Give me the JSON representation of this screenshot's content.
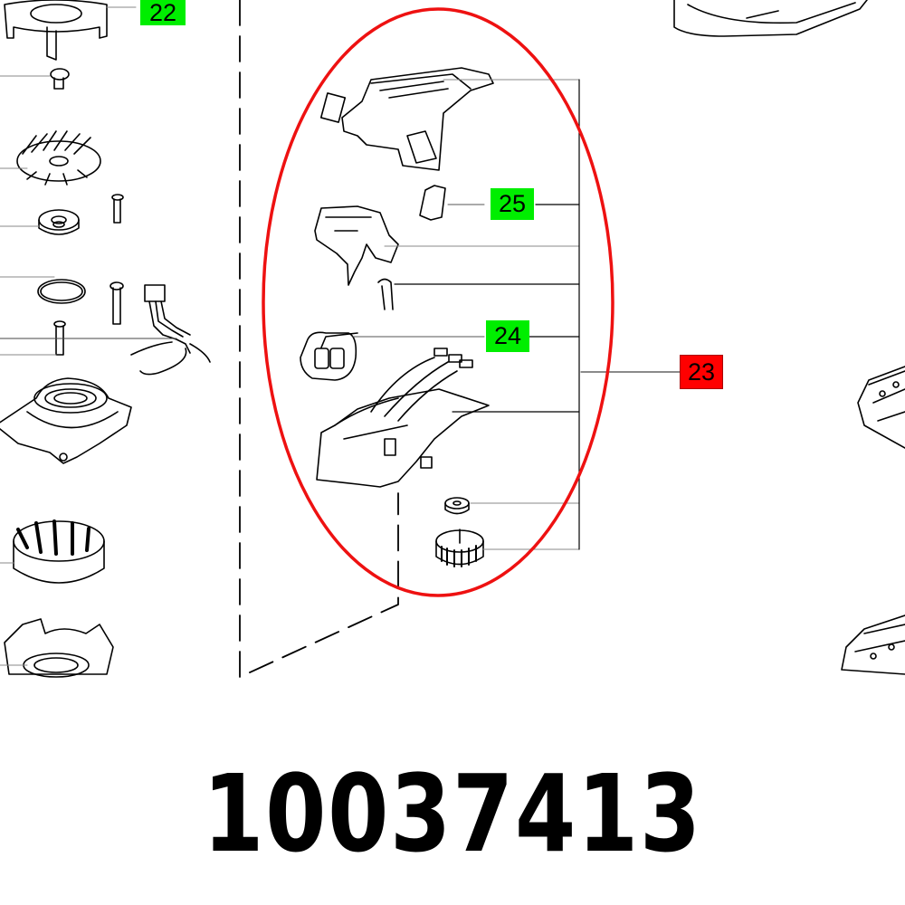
{
  "diagram": {
    "type": "exploded-parts-diagram",
    "callouts": [
      {
        "id": "22",
        "label": "22",
        "color": "#00ee00",
        "status": "available"
      },
      {
        "id": "25",
        "label": "25",
        "color": "#00ee00",
        "status": "available"
      },
      {
        "id": "24",
        "label": "24",
        "color": "#00ee00",
        "status": "available"
      },
      {
        "id": "23",
        "label": "23",
        "color": "#ff0000",
        "status": "selected"
      }
    ],
    "highlight": {
      "shape": "ellipse",
      "color": "#ee1111",
      "encloses": "23"
    },
    "part_number": "10037413"
  }
}
